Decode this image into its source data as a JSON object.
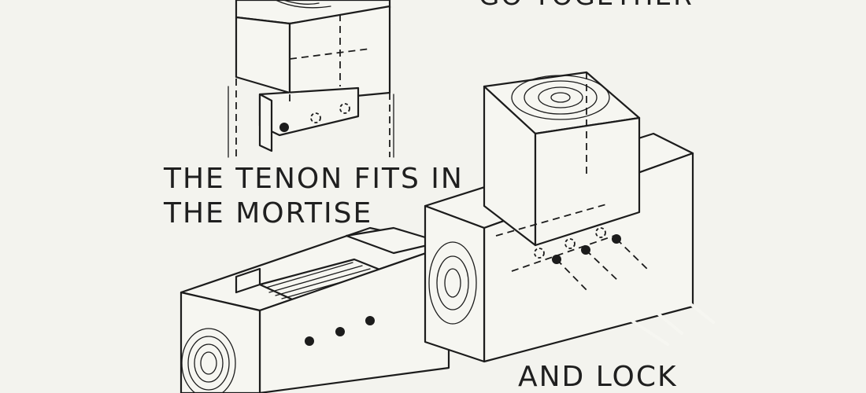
{
  "captions": {
    "top": "GO TOGETHER",
    "tenon_line_1": "THE TENON FITS IN",
    "tenon_line_2": "THE MORTISE",
    "lock": "AND LOCK"
  },
  "colors": {
    "background": "#f3f3ee",
    "ink": "#1c1c1c"
  },
  "parts": [
    "mortise-beam",
    "tenon-post",
    "assembled-joint",
    "locking-pegs"
  ]
}
